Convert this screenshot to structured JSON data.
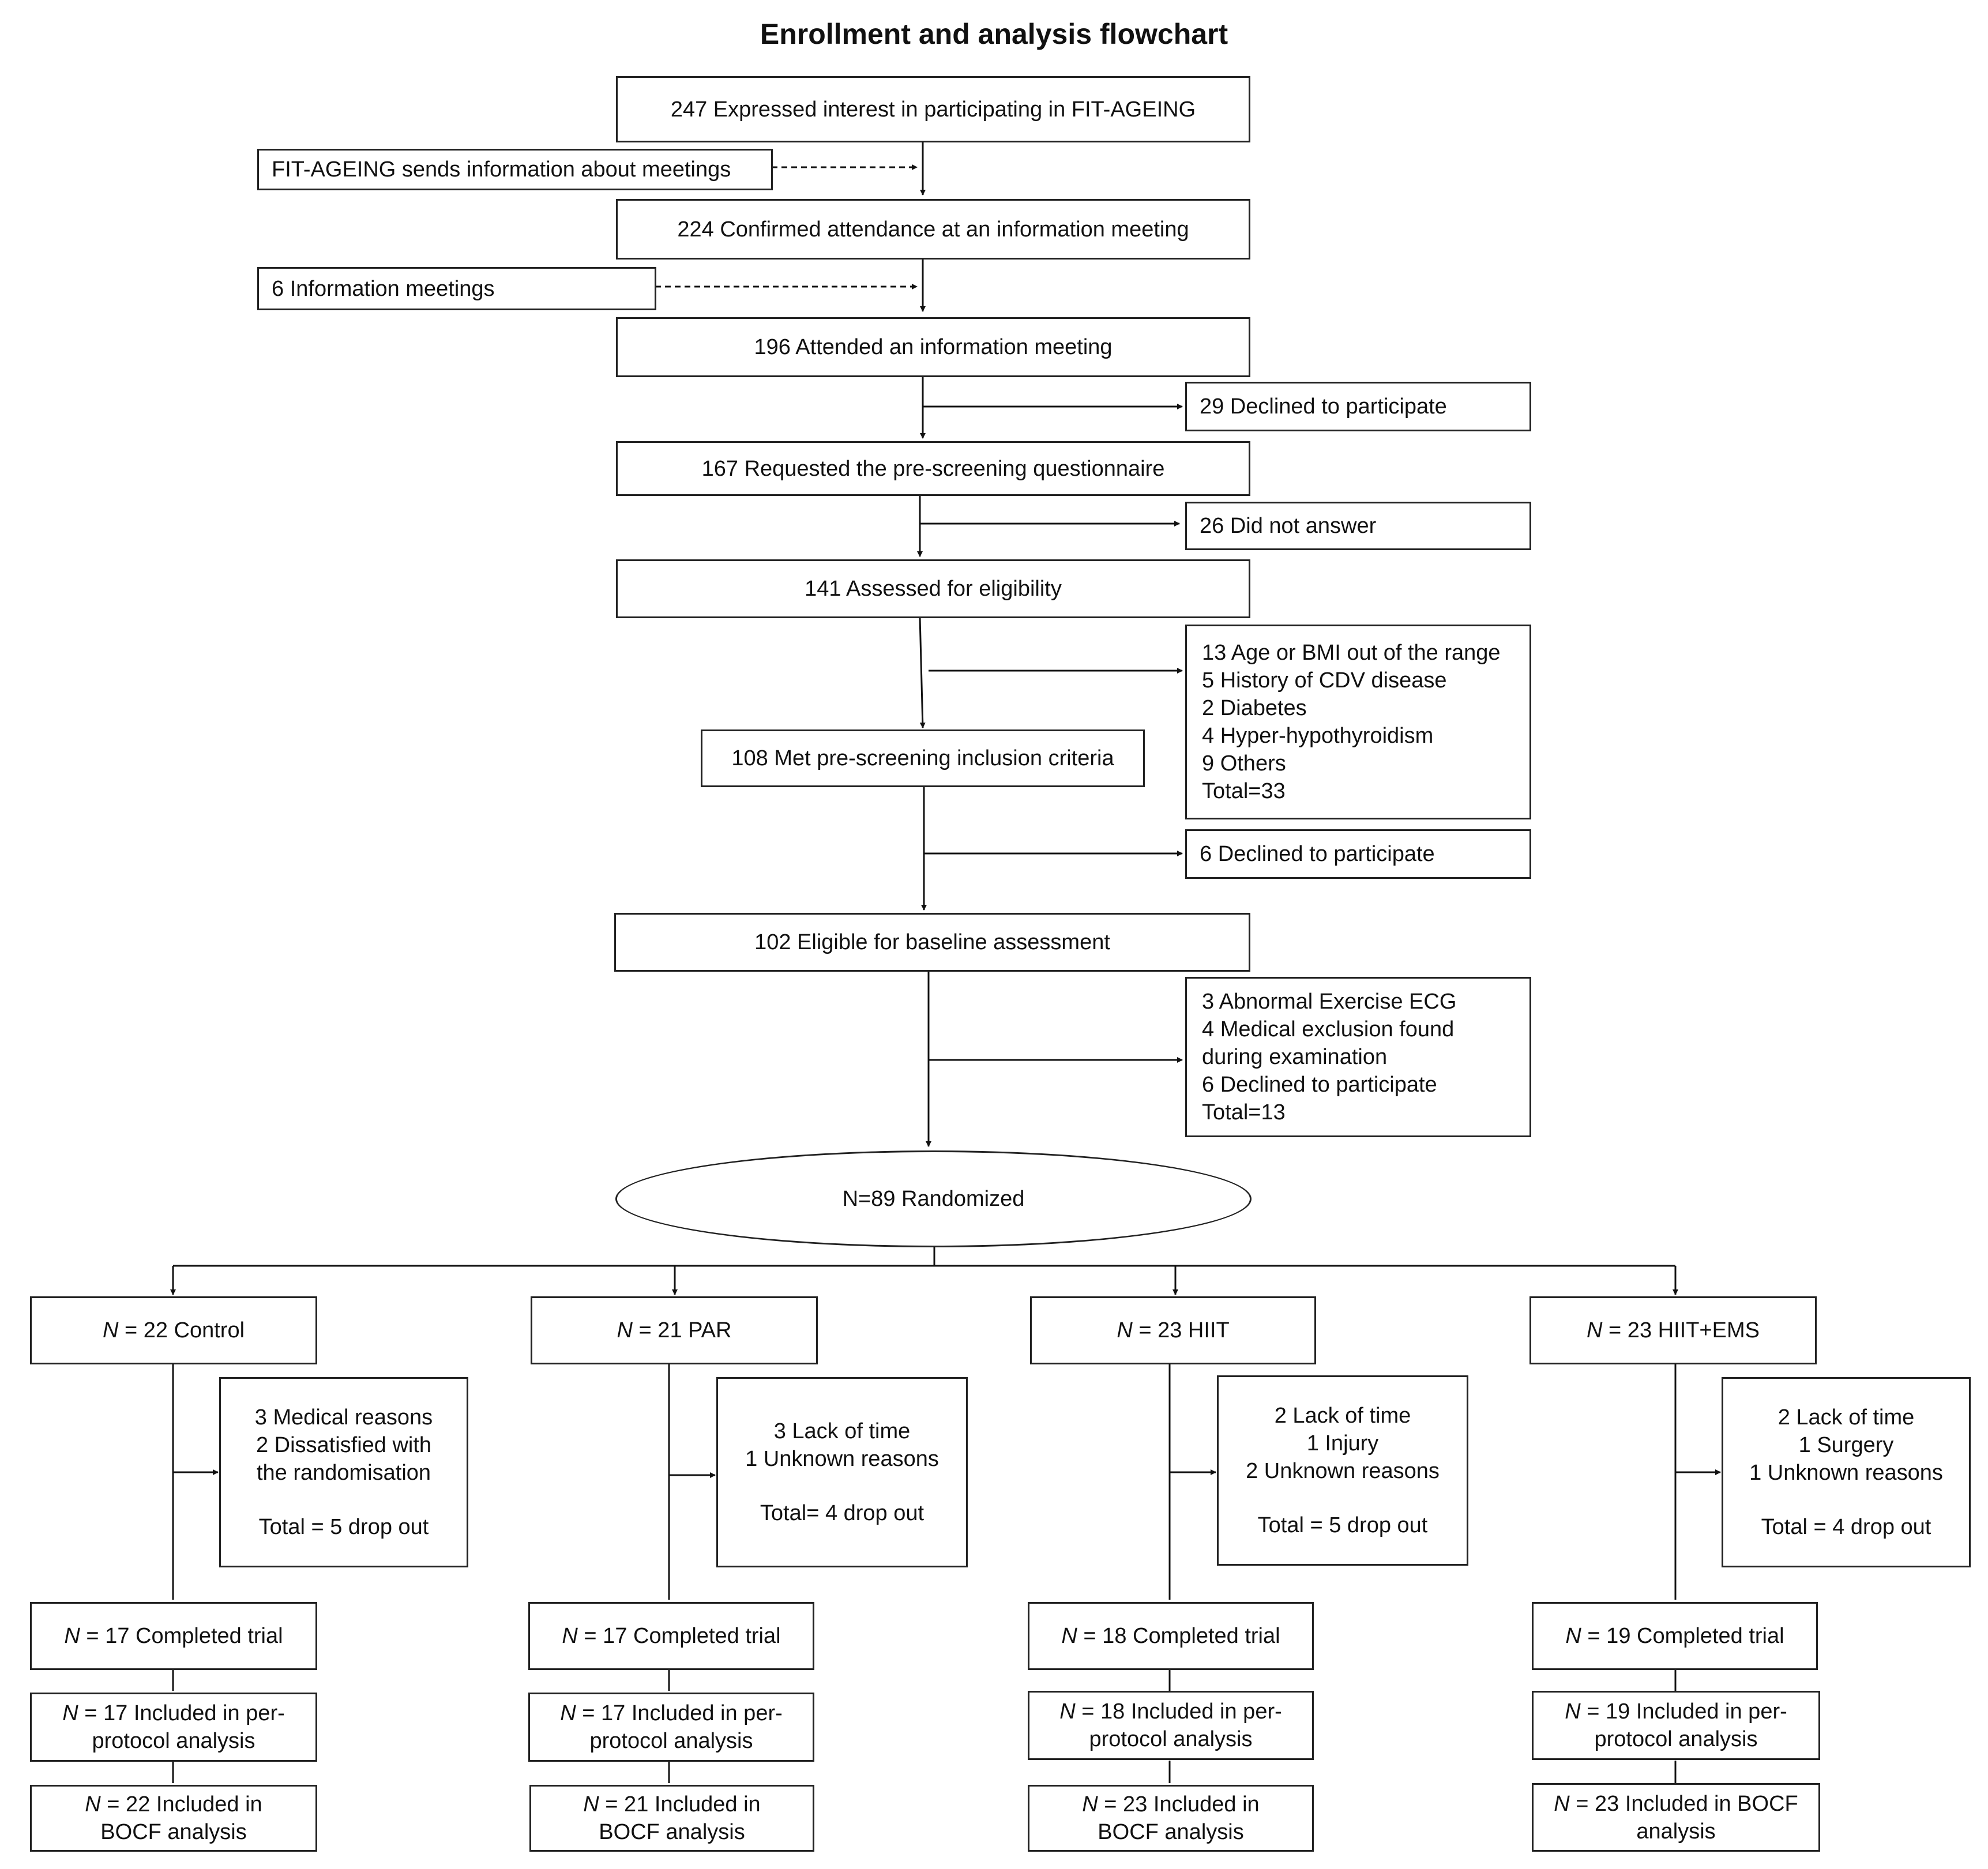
{
  "title": "Enrollment and analysis flowchart",
  "main_flow": {
    "expressed_interest": "247 Expressed interest in participating in FIT-AGEING",
    "sends_info": "FIT-AGEING  sends information about meetings",
    "confirmed_attendance": "224 Confirmed attendance at an information meeting",
    "info_meetings": "6 Information meetings",
    "attended_meeting": "196 Attended  an information meeting",
    "declined_1": "29 Declined to participate",
    "requested_questionnaire": "167 Requested the pre-screening questionnaire",
    "did_not_answer": "26 Did not answer",
    "assessed_eligibility": "141 Assessed for eligibility",
    "exclusions_1": [
      "13 Age or BMI  out of the range",
      "5 History of CDV disease",
      "2 Diabetes",
      "4 Hyper-hypothyroidism",
      "9 Others",
      "Total=33"
    ],
    "met_criteria": "108 Met  pre-screening inclusion criteria",
    "declined_2": "6 Declined to participate",
    "eligible_baseline": "102 Eligible for baseline assessment",
    "exclusions_2": [
      "3 Abnormal Exercise ECG",
      "4 Medical exclusion found",
      "during examination",
      "6 Declined to participate",
      "Total=13"
    ],
    "randomized": "N=89 Randomized"
  },
  "n_symbol": "N",
  "groups": [
    {
      "name": " = 22 Control",
      "dropout_reasons": [
        "3 Medical reasons",
        "2 Dissatisfied with",
        "the randomisation"
      ],
      "dropout_total": "Total = 5 drop out",
      "completed": " = 17 Completed trial",
      "per_protocol": [
        " = 17 Included in per-",
        "protocol analysis"
      ],
      "bocf": [
        " = 22 Included in",
        "BOCF analysis"
      ]
    },
    {
      "name": " = 21 PAR",
      "dropout_reasons": [
        "3 Lack of time",
        "1 Unknown reasons"
      ],
      "dropout_total": "Total= 4 drop out",
      "completed": " = 17 Completed trial",
      "per_protocol": [
        " = 17 Included in per-",
        "protocol analysis"
      ],
      "bocf": [
        " = 21 Included in",
        "BOCF analysis"
      ]
    },
    {
      "name": " = 23 HIIT",
      "dropout_reasons": [
        "2 Lack of time",
        "1 Injury",
        "2 Unknown reasons"
      ],
      "dropout_total": "Total = 5 drop out",
      "completed": " = 18 Completed trial",
      "per_protocol": [
        " = 18 Included in per-",
        "protocol analysis"
      ],
      "bocf": [
        " = 23 Included in",
        "BOCF analysis"
      ]
    },
    {
      "name": " = 23 HIIT+EMS",
      "dropout_reasons": [
        "2 Lack of time",
        "1 Surgery",
        "1 Unknown reasons"
      ],
      "dropout_total": "Total = 4 drop out",
      "completed": " = 19 Completed trial",
      "per_protocol": [
        " = 19 Included in per-",
        "protocol analysis"
      ],
      "bocf": [
        " = 23 Included in BOCF",
        "analysis"
      ]
    }
  ]
}
